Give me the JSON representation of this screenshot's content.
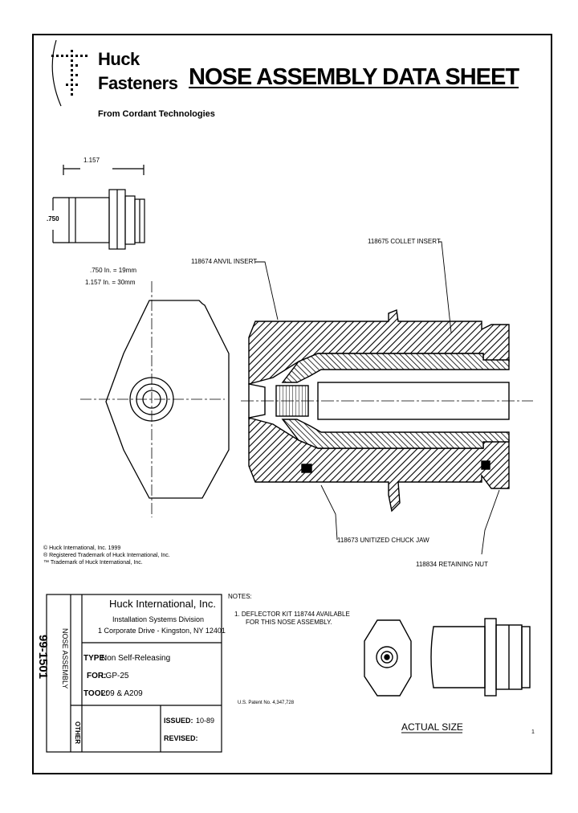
{
  "header": {
    "company_line1": "Huck",
    "company_line2": "Fasteners",
    "company_tagline": "From Cordant Technologies",
    "title": "NOSE ASSEMBLY DATA SHEET"
  },
  "small_drawing": {
    "dim_length": "1.157",
    "dim_diameter": ".750",
    "conv1": ".750 In. = 19mm",
    "conv2": "1.157 In. = 30mm"
  },
  "callouts": {
    "anvil": "118674 ANVIL INSERT",
    "collet": "118675 COLLET INSERT",
    "chuck": "118673 UNITIZED CHUCK JAW",
    "retaining": "118834 RETAINING NUT"
  },
  "footnotes": [
    "© Huck International, Inc. 1999",
    "® Registered Trademark of Huck International, Inc.",
    "™ Trademark of Huck International, Inc."
  ],
  "notes": {
    "heading": "NOTES:",
    "note1_line1": "1.   DEFLECTOR KIT 118744 AVAILABLE",
    "note1_line2": "FOR THIS NOSE ASSEMBLY.",
    "patent": "U.S. Patent No. 4,347,728",
    "actual_size": "ACTUAL SIZE",
    "page_mark": "1"
  },
  "title_block": {
    "part_number": "99-1501",
    "category": "NOSE ASSEMBLY",
    "other_label": "OTHER",
    "company": "Huck International, Inc.",
    "division": "Installation Systems Division",
    "address": "1 Corporate Drive - Kingston, NY  12401",
    "type_label": "TYPE:",
    "type_value": "Non Self-Releasing",
    "for_label": "FOR:",
    "for_value": "LGP-25",
    "tool_label": "TOOL:",
    "tool_value": "209 & A209",
    "issued_label": "ISSUED:",
    "issued_value": "10-89",
    "revised_label": "REVISED:",
    "revised_value": ""
  }
}
